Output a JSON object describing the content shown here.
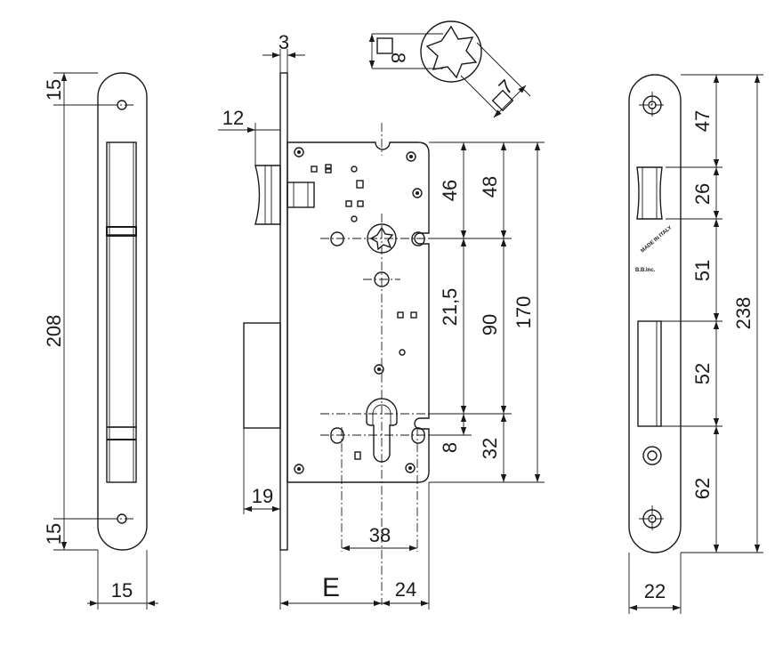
{
  "colors": {
    "line": "#1a1a1a",
    "background": "#ffffff"
  },
  "faceplate": {
    "height_208": "208",
    "width_15": "15",
    "hole_top_15": "15",
    "hole_bottom_15": "15"
  },
  "lockbody": {
    "plate_thickness": "3",
    "latch_projection": "12",
    "bolt_projection": "19",
    "backset": "E",
    "right_24": "24",
    "centers_38": "38",
    "dim_46": "46",
    "dim_48": "48",
    "dim_21_5": "21,5",
    "dim_90": "90",
    "dim_170": "170",
    "dim_8": "8",
    "dim_32": "32"
  },
  "spindle": {
    "square_8": "8",
    "square_7": "7"
  },
  "strike": {
    "dim_47": "47",
    "dim_26": "26",
    "dim_51": "51",
    "dim_52": "52",
    "dim_62": "62",
    "total_238": "238",
    "width_22": "22",
    "stamp_line1": "MADE IN ITALY",
    "stamp_line2": "B.B.Inc."
  }
}
